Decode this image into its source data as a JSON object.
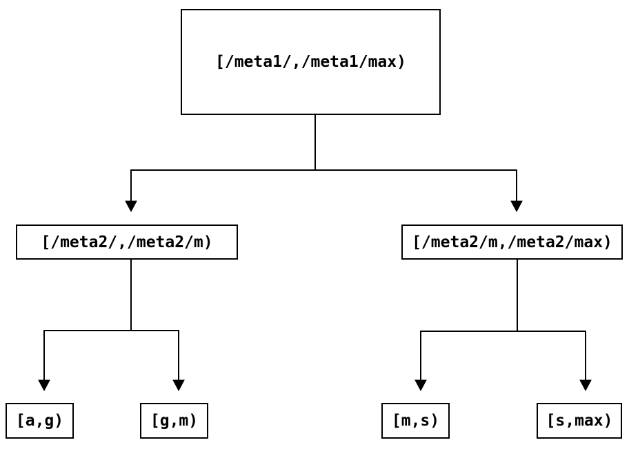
{
  "diagram": {
    "type": "tree",
    "description": "Two-level key-range partition tree",
    "colors": {
      "background": "#ffffff",
      "node_border": "#000000",
      "node_fill": "#ffffff",
      "edge": "#000000",
      "text": "#000000"
    },
    "nodes": {
      "root": {
        "label": "[/meta1/,/meta1/max)"
      },
      "left": {
        "label": "[/meta2/,/meta2/m)"
      },
      "right": {
        "label": "[/meta2/m,/meta2/max)"
      },
      "ag": {
        "label": "[a,g)"
      },
      "gm": {
        "label": "[g,m)"
      },
      "ms": {
        "label": "[m,s)"
      },
      "smax": {
        "label": "[s,max)"
      }
    },
    "edges": [
      {
        "from": "root",
        "to": "left"
      },
      {
        "from": "root",
        "to": "right"
      },
      {
        "from": "left",
        "to": "ag"
      },
      {
        "from": "left",
        "to": "gm"
      },
      {
        "from": "right",
        "to": "ms"
      },
      {
        "from": "right",
        "to": "smax"
      }
    ]
  }
}
